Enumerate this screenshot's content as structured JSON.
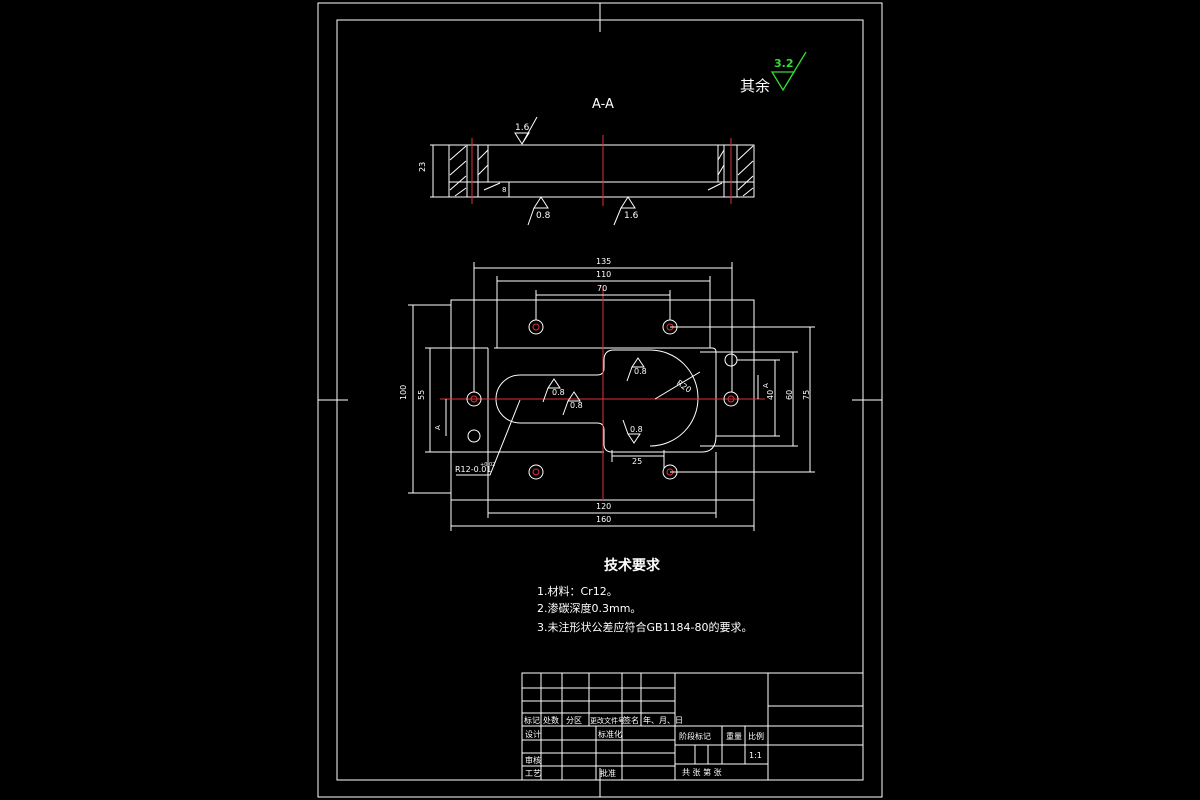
{
  "colors": {
    "background": "#000000",
    "line": "#ffffff",
    "centerline": "#e0303a",
    "roughness_mark": "#33dd33"
  },
  "roughness_note": {
    "label": "其余",
    "value": "3.2"
  },
  "section_view": {
    "title": "A-A",
    "height_dim": "23",
    "depth_dim": "8",
    "roughness_top": "1.6",
    "roughness_bottom_left": "0.8",
    "roughness_bottom_right": "1.6"
  },
  "plan_view": {
    "dims_top": [
      "135",
      "110",
      "70"
    ],
    "dims_bottom": [
      "120",
      "160"
    ],
    "dims_left": [
      "100",
      "55"
    ],
    "dim_a_left": "A",
    "dims_right": [
      "40",
      "60",
      "75"
    ],
    "dim_a_right": "A",
    "dim_25": "25",
    "radius_note": "R12-0.01",
    "radius_tol": "+0.02",
    "radius_arc": "R20",
    "roughness_marks": [
      "0.8",
      "0.8",
      "0.8"
    ],
    "roughness_slot": "0.8"
  },
  "tech_requirements": {
    "title": "技术要求",
    "items": [
      "1.材料：Cr12。",
      "2.渗碳深度0.3mm。",
      "3.未注形状公差应符合GB1184-80的要求。"
    ]
  },
  "title_block": {
    "header_row": [
      "标记",
      "处数",
      "分区",
      "更改文件号",
      "签名",
      "年、月、日"
    ],
    "design": "设计",
    "standardize": "标准化",
    "review": "审核",
    "process": "工艺",
    "approve": "批准",
    "stage_mark": "阶段标记",
    "weight": "重量",
    "scale_label": "比例",
    "scale": "1:1",
    "sheets": "共  张  第  张"
  }
}
